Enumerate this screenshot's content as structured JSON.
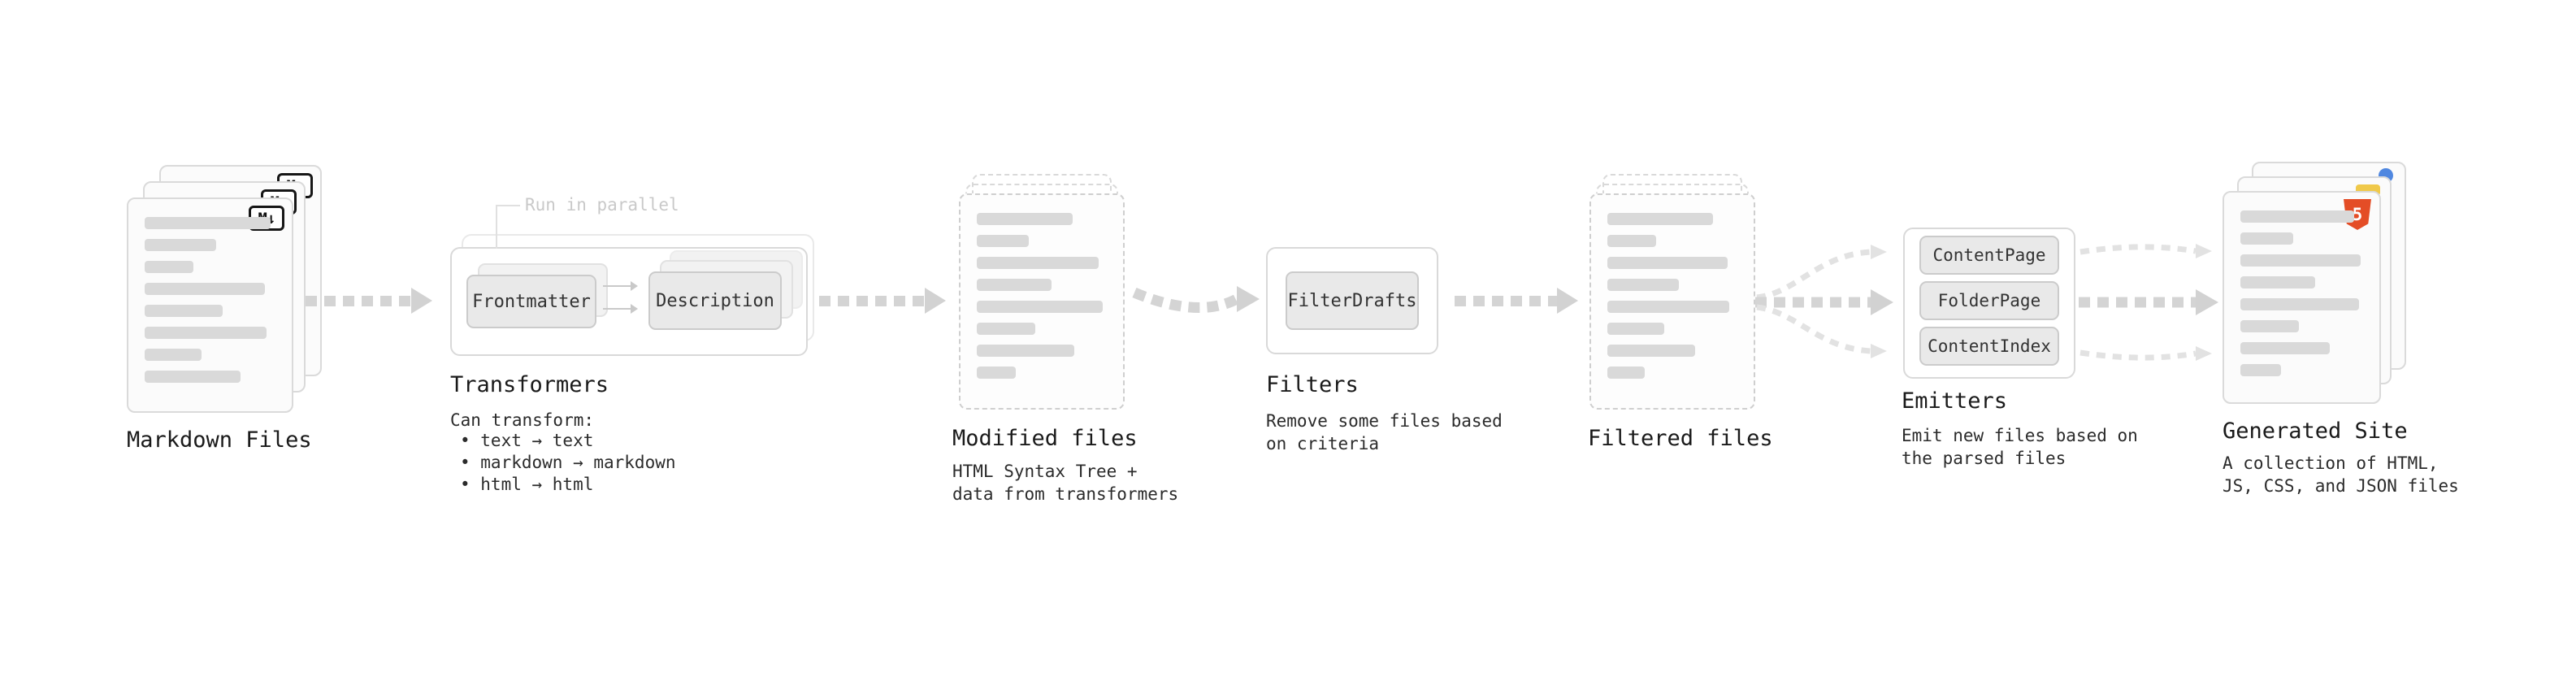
{
  "colors": {
    "background": "#ffffff",
    "panel_border": "#d9d9d9",
    "arrow_gray": "#d2d2d2",
    "bar_gray": "#d9d9d9",
    "chip_fill": "#e9e9e9",
    "heading_text": "#1a1a1a",
    "body_text": "#2b2b2b",
    "note_text": "#c9c9c9",
    "html5_orange": "#e44d26",
    "blue_icon": "#4f87e0",
    "yellow_icon": "#f0c94a"
  },
  "markdown_files": {
    "label": "Markdown Files",
    "badge": "M↓"
  },
  "transformers": {
    "note": "Run in parallel",
    "box_frontmatter": "Frontmatter",
    "box_description": "Description",
    "label": "Transformers",
    "desc_title": "Can transform:",
    "bullets": [
      "• text → text",
      "• markdown → markdown",
      "• html → html"
    ]
  },
  "modified_files": {
    "label": "Modified files",
    "desc": "HTML Syntax Tree +\ndata from transformers"
  },
  "filters": {
    "box": "FilterDrafts",
    "label": "Filters",
    "desc": "Remove some files based\non criteria"
  },
  "filtered_files": {
    "label": "Filtered files"
  },
  "emitters": {
    "boxes": [
      "ContentPage",
      "FolderPage",
      "ContentIndex"
    ],
    "label": "Emitters",
    "desc": "Emit new files based on\nthe parsed files"
  },
  "generated_site": {
    "label": "Generated Site",
    "badge": "5",
    "desc": "A collection of HTML,\nJS, CSS, and JSON files"
  }
}
